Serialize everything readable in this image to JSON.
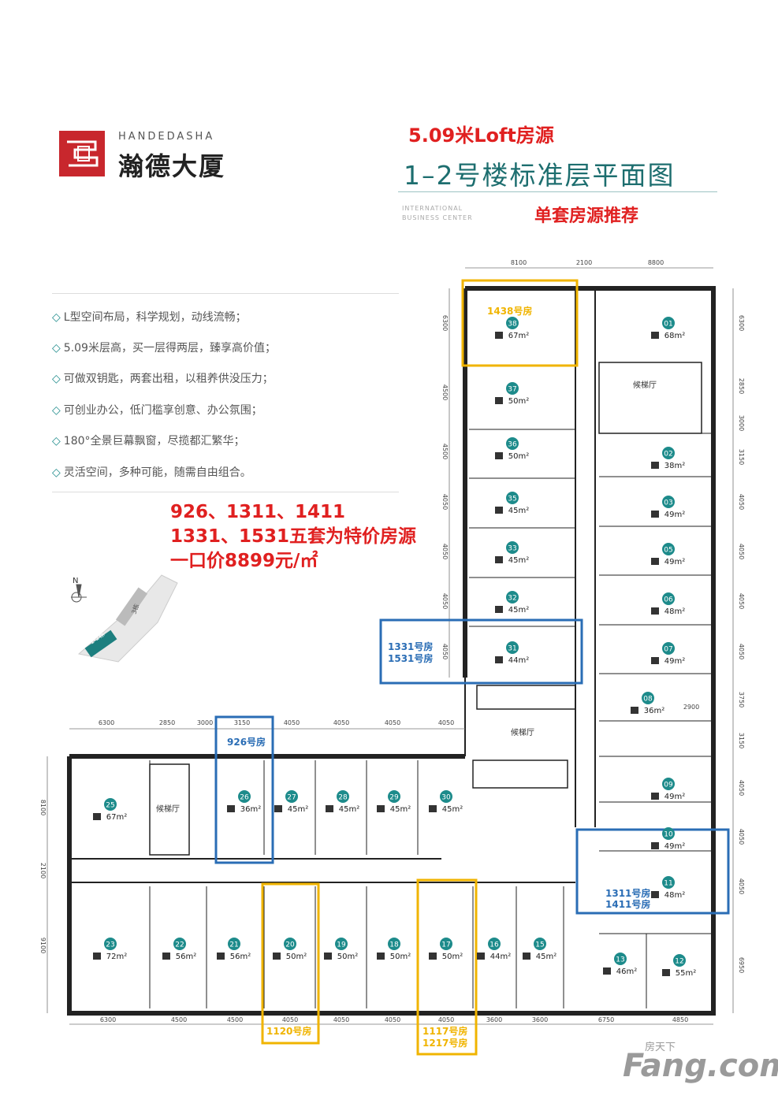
{
  "brand": {
    "name_en": "HANDEDASHA",
    "name_cn": "瀚德大厦"
  },
  "header": {
    "loft": "5.09米Loft房源",
    "title": "1–2号楼标准层平面图",
    "intl_line1": "INTERNATIONAL",
    "intl_line2": "BUSINESS CENTER",
    "recommend": "单套房源推荐"
  },
  "features": [
    "L型空间布局，科学规划，动线流畅；",
    "5.09米层高，买一层得两层，臻享高价值；",
    "可做双钥匙，两套出租，以租养供没压力；",
    "可创业办公，低门槛享创意、办公氛围；",
    "180°全景巨幕飘窗，尽揽都汇繁华；",
    "灵活空间，多种可能，随需自由组合。"
  ],
  "special": {
    "line1": "926、1311、1411",
    "line2": "1331、1531五套为特价房源",
    "line3": "一口价8899元/㎡"
  },
  "callouts": {
    "r1438": "1438号房",
    "r1331": "1331号房",
    "r1531": "1531号房",
    "r926": "926号房",
    "r1311": "1311号房",
    "r1411": "1411号房",
    "r1120": "1120号房",
    "r1117": "1117号房",
    "r1217": "1217号房"
  },
  "map_labels": {
    "north": "N",
    "bldg_a": "1-2栋",
    "bldg_b": "3栋"
  },
  "lobby_labels": [
    "候梯厅",
    "候梯厅",
    "候梯厅"
  ],
  "dims": {
    "top": [
      "8100",
      "2100",
      "8800"
    ],
    "left_v": [
      "6300",
      "4500",
      "4500",
      "4050",
      "4050",
      "4050",
      "4050"
    ],
    "right_v": [
      "6300",
      "2850",
      "3000",
      "3150",
      "4050",
      "4050",
      "4050",
      "4050",
      "3750",
      "3150",
      "4050",
      "4050",
      "4050",
      "6950"
    ],
    "mid_h": [
      "6300",
      "2850",
      "3000",
      "3150",
      "4050",
      "4050",
      "4050",
      "4050"
    ],
    "west_v": [
      "8100",
      "2100",
      "9100"
    ],
    "bottom": [
      "6300",
      "4500",
      "4500",
      "4050",
      "4050",
      "4050",
      "4050",
      "3600",
      "3600",
      "6750",
      "4850"
    ],
    "inner": "2900"
  },
  "units": [
    {
      "no": "38",
      "area": "67m²"
    },
    {
      "no": "01",
      "area": "68m²"
    },
    {
      "no": "37",
      "area": "50m²"
    },
    {
      "no": "36",
      "area": "50m²"
    },
    {
      "no": "02",
      "area": "38m²"
    },
    {
      "no": "35",
      "area": "45m²"
    },
    {
      "no": "03",
      "area": "49m²"
    },
    {
      "no": "33",
      "area": "45m²"
    },
    {
      "no": "05",
      "area": "49m²"
    },
    {
      "no": "32",
      "area": "45m²"
    },
    {
      "no": "06",
      "area": "48m²"
    },
    {
      "no": "31",
      "area": "44m²"
    },
    {
      "no": "07",
      "area": "49m²"
    },
    {
      "no": "08",
      "area": "36m²"
    },
    {
      "no": "09",
      "area": "49m²"
    },
    {
      "no": "10",
      "area": "49m²"
    },
    {
      "no": "11",
      "area": "48m²"
    },
    {
      "no": "13",
      "area": "46m²"
    },
    {
      "no": "12",
      "area": "55m²"
    },
    {
      "no": "25",
      "area": "67m²"
    },
    {
      "no": "26",
      "area": "36m²"
    },
    {
      "no": "27",
      "area": "45m²"
    },
    {
      "no": "28",
      "area": "45m²"
    },
    {
      "no": "29",
      "area": "45m²"
    },
    {
      "no": "30",
      "area": "45m²"
    },
    {
      "no": "23",
      "area": "72m²"
    },
    {
      "no": "22",
      "area": "56m²"
    },
    {
      "no": "21",
      "area": "56m²"
    },
    {
      "no": "20",
      "area": "50m²"
    },
    {
      "no": "19",
      "area": "50m²"
    },
    {
      "no": "18",
      "area": "50m²"
    },
    {
      "no": "17",
      "area": "50m²"
    },
    {
      "no": "16",
      "area": "44m²"
    },
    {
      "no": "15",
      "area": "45m²"
    }
  ],
  "watermark": {
    "text": "Fang.com",
    "small": "房天下"
  },
  "colors": {
    "teal": "#1d8b8b",
    "red": "#e02020",
    "yellow": "#f0b400",
    "blue": "#2a6db5"
  }
}
